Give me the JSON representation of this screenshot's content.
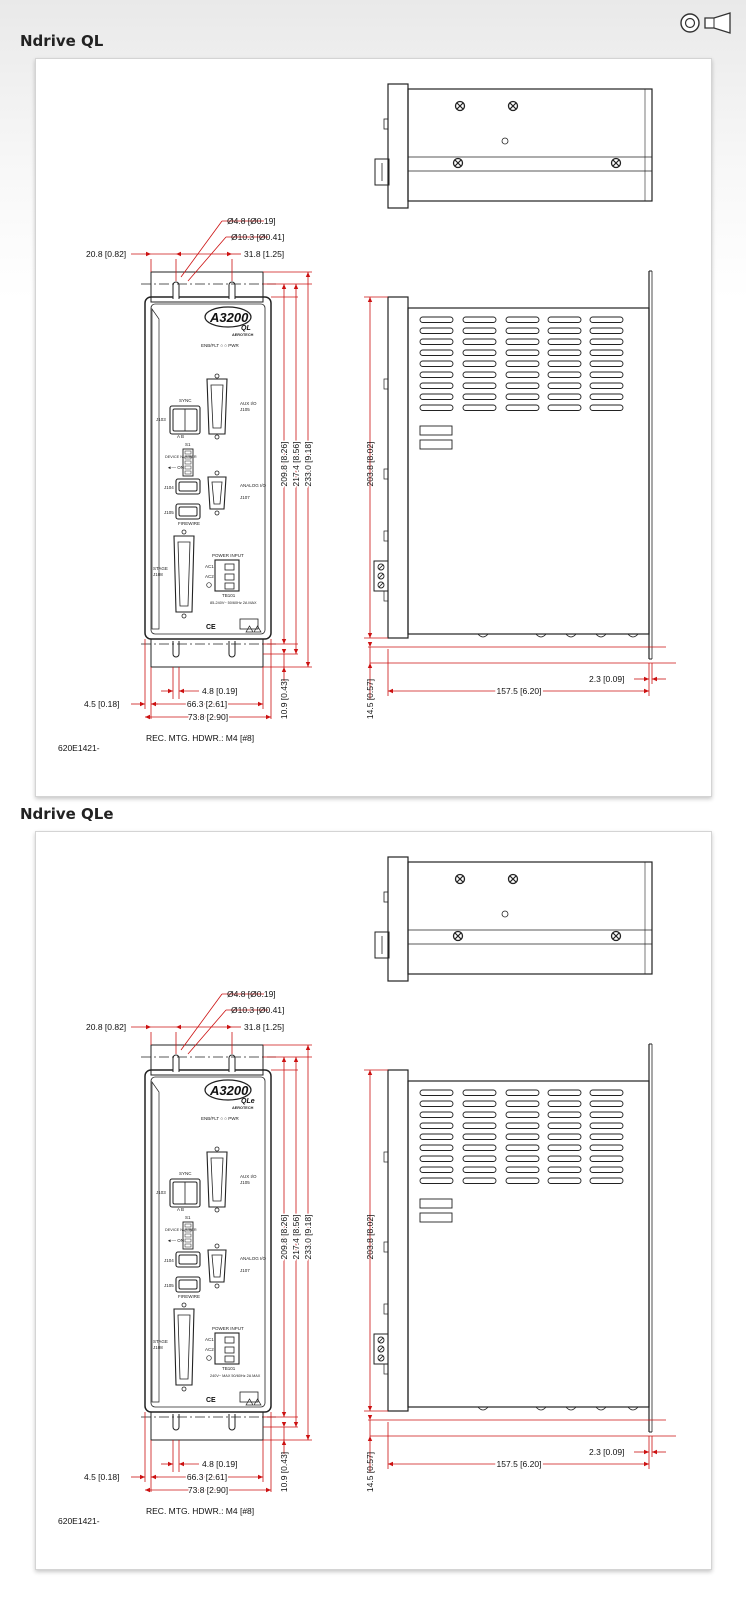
{
  "header": {
    "icons": [
      "view-icon",
      "projection-icon"
    ]
  },
  "drawings": [
    {
      "title": "Ndrive QL",
      "logo_main": "A3200",
      "logo_sub": "QL",
      "brand": "AEROTECH",
      "labels": {
        "enable_pwr": "ENB/FLT ○ ○ PWR",
        "sync": "SYNC",
        "j103": "J103",
        "ab": "A      B",
        "aux_io": "AUX I/O",
        "j105": "J105",
        "s1": "S1",
        "device_number": "DEVICE NUMBER",
        "on": "◄— ON",
        "j104": "J104",
        "j105b": "J105",
        "firewire": "FIREWIRE",
        "analog_io": "ANALOG I/O",
        "j107": "J107",
        "stage": "STAGE",
        "j108": "J108",
        "power_input": "POWER INPUT",
        "ac1": "AC1",
        "ac2": "AC2",
        "tb101": "TB101",
        "power_spec": "85-240V~ 50/60Hz 2A MAX",
        "ce": "CE"
      },
      "dims": {
        "hole_small": "Ø4.8 [Ø0.19]",
        "hole_large": "Ø10.3 [Ø0.41]",
        "top_left": "20.8 [0.82]",
        "top_right": "31.8 [1.25]",
        "h1": "209.8 [8.26]",
        "h2": "217.4 [8.56]",
        "h3": "233.0 [9.18]",
        "bottom_4_8": "4.8 [0.19]",
        "bottom_4_5": "4.5 [0.18]",
        "bottom_66_3": "66.3 [2.61]",
        "bottom_73_8": "73.8 [2.90]",
        "bottom_10_9": "10.9 [0.43]",
        "side_203_8": "203.8 [8.02]",
        "side_14_5": "14.5 [0.57]",
        "side_2_3": "2.3 [0.09]",
        "side_157_5": "157.5 [6.20]"
      },
      "note": "REC. MTG. HDWR.: M4 [#8]",
      "part_number": "620E1421-"
    },
    {
      "title": "Ndrive QLe",
      "logo_main": "A3200",
      "logo_sub": "QLe",
      "brand": "AEROTECH",
      "labels": {
        "enable_pwr": "ENB/FLT ○ ○ PWR",
        "sync": "SYNC",
        "j103": "J103",
        "ab": "A      B",
        "aux_io": "AUX I/O",
        "j105": "J105",
        "s1": "S1",
        "device_number": "DEVICE NUMBER",
        "on": "◄— ON",
        "j104": "J104",
        "j105b": "J105",
        "firewire": "FIREWIRE",
        "analog_io": "ANALOG I/O",
        "j107": "J107",
        "stage": "STAGE",
        "j108": "J108",
        "power_input": "POWER INPUT",
        "ac1": "AC1",
        "ac2": "AC2",
        "tb101": "TB101",
        "power_spec": "240V~ MAX 50/60Hz 2A MAX",
        "ce": "CE"
      },
      "dims": {
        "hole_small": "Ø4.8 [Ø0.19]",
        "hole_large": "Ø10.3 [Ø0.41]",
        "top_left": "20.8 [0.82]",
        "top_right": "31.8 [1.25]",
        "h1": "209.8 [8.26]",
        "h2": "217.4 [8.56]",
        "h3": "233.0 [9.18]",
        "bottom_4_8": "4.8 [0.19]",
        "bottom_4_5": "4.5 [0.18]",
        "bottom_66_3": "66.3 [2.61]",
        "bottom_73_8": "73.8 [2.90]",
        "bottom_10_9": "10.9 [0.43]",
        "side_203_8": "203.8 [8.02]",
        "side_14_5": "14.5 [0.57]",
        "side_2_3": "2.3 [0.09]",
        "side_157_5": "157.5 [6.20]"
      },
      "note": "REC. MTG. HDWR.: M4 [#8]",
      "part_number": "620E1421-"
    }
  ],
  "colors": {
    "dimension": "#cc1111",
    "outline": "#222222",
    "text": "#111111"
  }
}
